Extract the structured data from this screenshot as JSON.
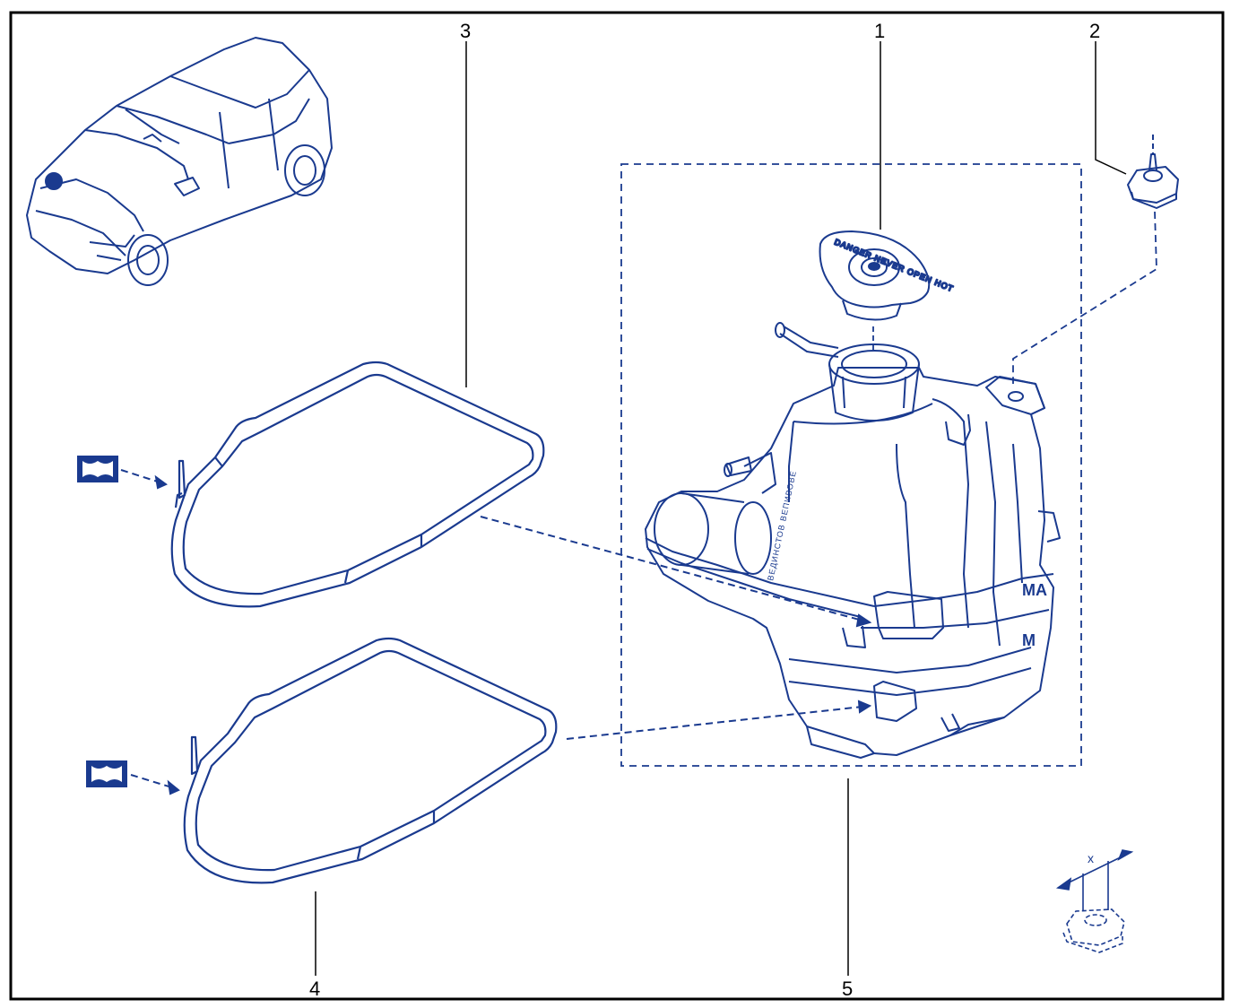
{
  "diagram": {
    "callouts": [
      {
        "id": "1",
        "text": "1"
      },
      {
        "id": "2",
        "text": "2"
      },
      {
        "id": "3",
        "text": "3"
      },
      {
        "id": "4",
        "text": "4"
      },
      {
        "id": "5",
        "text": "5"
      }
    ],
    "dimension_label": "x",
    "cap_stamp": "DANGER NEVER OPEN HOT",
    "tank_marks": [
      "MA",
      "M"
    ],
    "colors": {
      "line": "#1a3a8f",
      "frame": "#000000",
      "background": "#ffffff"
    }
  }
}
